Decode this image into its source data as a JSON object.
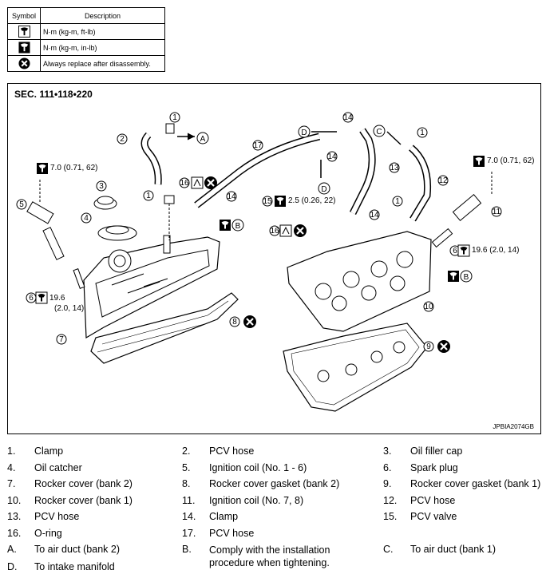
{
  "legend": {
    "header_symbol": "Symbol",
    "header_description": "Description",
    "rows": [
      {
        "icon": "torque-wrench-icon",
        "text": "N·m (kg-m, ft-lb)"
      },
      {
        "icon": "torque-wrench-small-icon",
        "text": "N·m (kg-m, in-lb)"
      },
      {
        "icon": "always-replace-icon",
        "text": "Always replace after disassembly."
      }
    ]
  },
  "figure": {
    "section": "SEC. 111•118•220",
    "figure_id": "JPBIA2074GB",
    "callouts": {
      "torque_left_top": "7.0 (0.71, 62)",
      "torque_right_top": "7.0 (0.71, 62)",
      "torque_pcv": "2.5 (0.26, 22)",
      "torque_plug_left_a": "19.6",
      "torque_plug_left_b": "(2.0, 14)",
      "torque_plug_right": "19.6 (2.0, 14)"
    },
    "letters": {
      "A": "A",
      "B": "B",
      "C": "C",
      "D": "D"
    },
    "numbers": [
      "1",
      "2",
      "3",
      "4",
      "5",
      "6",
      "7",
      "8",
      "9",
      "10",
      "11",
      "12",
      "13",
      "14",
      "15",
      "16",
      "17"
    ]
  },
  "parts": [
    [
      {
        "n": "1.",
        "t": "Clamp"
      },
      {
        "n": "2.",
        "t": "PCV hose"
      },
      {
        "n": "3.",
        "t": "Oil filler cap"
      }
    ],
    [
      {
        "n": "4.",
        "t": "Oil catcher"
      },
      {
        "n": "5.",
        "t": "Ignition coil (No. 1 - 6)"
      },
      {
        "n": "6.",
        "t": "Spark plug"
      }
    ],
    [
      {
        "n": "7.",
        "t": "Rocker cover (bank 2)"
      },
      {
        "n": "8.",
        "t": "Rocker cover gasket (bank 2)"
      },
      {
        "n": "9.",
        "t": "Rocker cover gasket (bank 1)"
      }
    ],
    [
      {
        "n": "10.",
        "t": "Rocker cover (bank 1)"
      },
      {
        "n": "11.",
        "t": "Ignition coil (No. 7, 8)"
      },
      {
        "n": "12.",
        "t": "PCV hose"
      }
    ],
    [
      {
        "n": "13.",
        "t": "PCV hose"
      },
      {
        "n": "14.",
        "t": "Clamp"
      },
      {
        "n": "15.",
        "t": "PCV valve"
      }
    ],
    [
      {
        "n": "16.",
        "t": "O-ring"
      },
      {
        "n": "17.",
        "t": "PCV hose"
      },
      {
        "n": "",
        "t": ""
      }
    ],
    [
      {
        "n": "A.",
        "t": "To air duct (bank 2)"
      },
      {
        "n": "B.",
        "t": "Comply with the installation procedure when tightening."
      },
      {
        "n": "C.",
        "t": "To air duct (bank 1)"
      }
    ],
    [
      {
        "n": "D.",
        "t": "To intake manifold"
      },
      {
        "n": "",
        "t": ""
      },
      {
        "n": "",
        "t": ""
      }
    ]
  ]
}
